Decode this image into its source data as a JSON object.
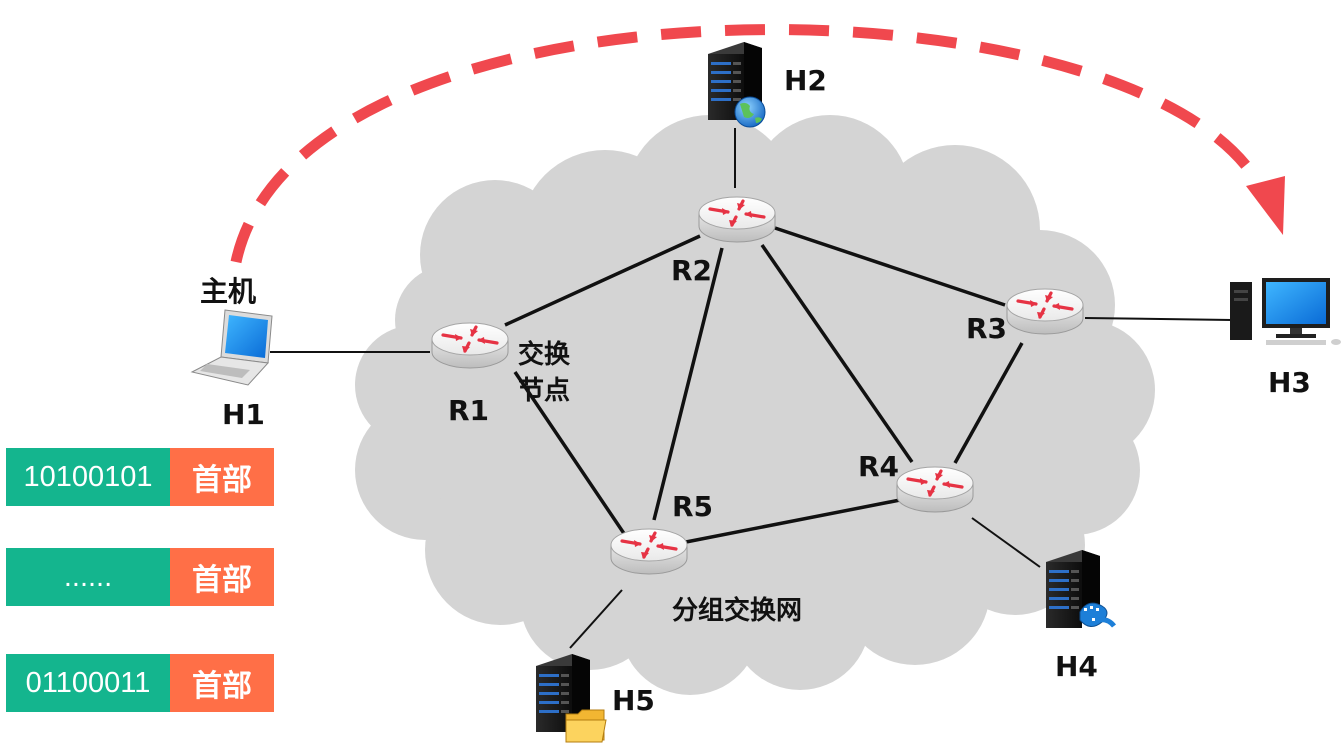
{
  "labels": {
    "host_label": "主机",
    "h1": "H1",
    "h2": "H2",
    "h3": "H3",
    "h4": "H4",
    "h5": "H5",
    "r1": "R1",
    "r2": "R2",
    "r3": "R3",
    "r4": "R4",
    "r5": "R5",
    "switch_node_line1": "交换",
    "switch_node_line2": "节点",
    "network_name": "分组交换网"
  },
  "packets": [
    {
      "bits": "10100101",
      "header": "首部"
    },
    {
      "bits": "......",
      "header": "首部"
    },
    {
      "bits": "01100011",
      "header": "首部"
    }
  ],
  "colors": {
    "cloud": "#d4d4d4",
    "arrow": "#f0484e",
    "packet_bits": "#14b58e",
    "packet_header": "#ff6f47",
    "link": "#111111"
  }
}
